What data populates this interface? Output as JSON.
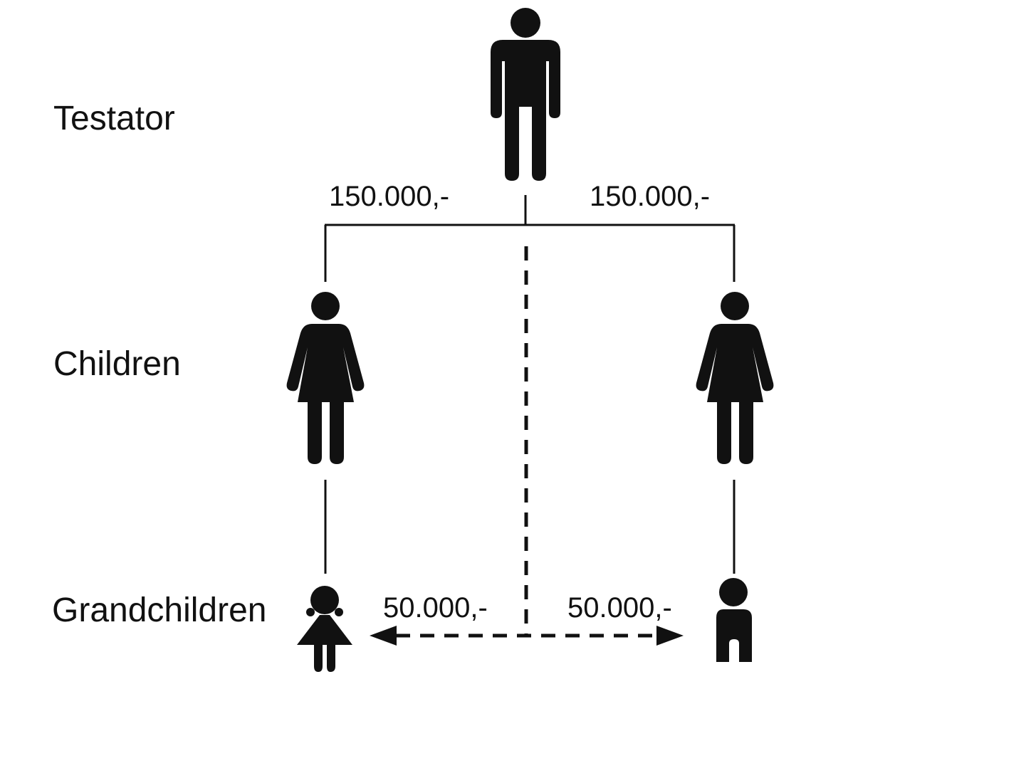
{
  "rows": {
    "testator": "Testator",
    "children": "Children",
    "grandchildren": "Grandchildren"
  },
  "amounts": {
    "child_left": "150.000,-",
    "child_right": "150.000,-",
    "grandchild_left": "50.000,-",
    "grandchild_right": "50.000,-"
  },
  "figures": {
    "testator": "man-icon",
    "child_left": "woman-icon",
    "child_right": "woman-icon",
    "grandchild_left": "girl-icon",
    "grandchild_right": "boy-icon"
  },
  "colors": {
    "ink": "#111111",
    "background": "#ffffff"
  }
}
